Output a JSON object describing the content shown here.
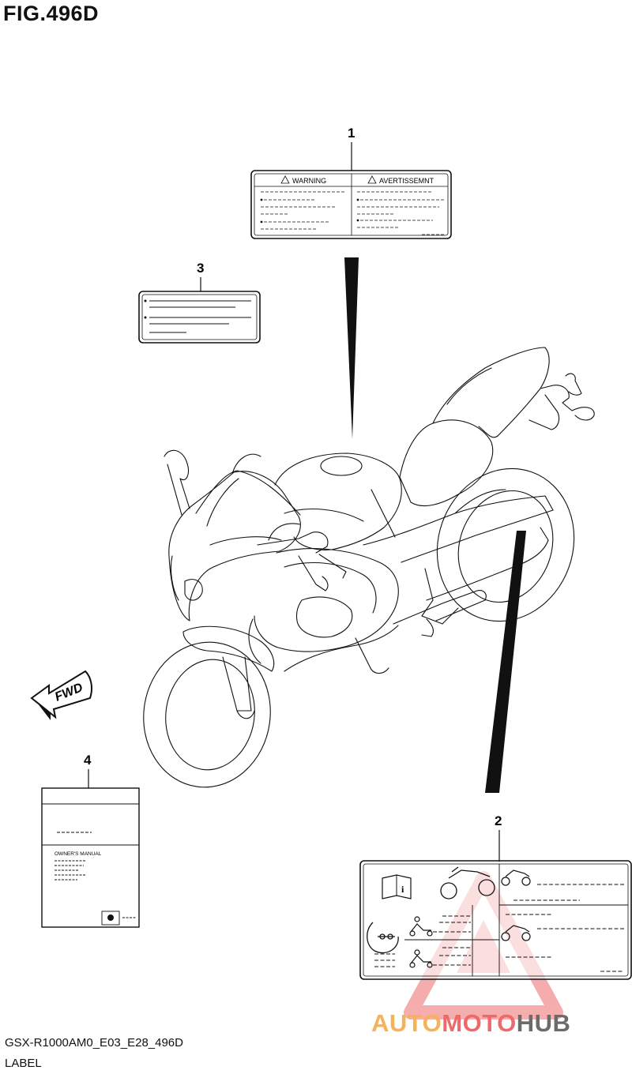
{
  "header": {
    "figure": "FIG.496D"
  },
  "footer": {
    "model_code": "GSX-R1000AM0_E03_E28_496D",
    "section": "LABEL"
  },
  "callouts": [
    "1",
    "2",
    "3",
    "4"
  ],
  "label1": {
    "warning": "WARNING",
    "avertissement": "AVERTISSEMNT"
  },
  "label4": {
    "manual": "OWNER'S MANUAL"
  },
  "fwd": "FWD",
  "watermark": {
    "part1": "AUTO",
    "part2": "MOTO",
    "part3": "HUB"
  }
}
